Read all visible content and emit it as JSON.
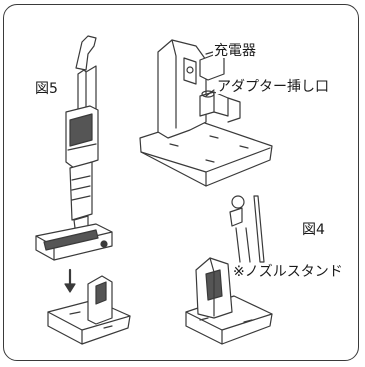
{
  "labels": {
    "charger": "充電器",
    "adapter_slot": "アダプター挿し口",
    "figure5": "図5",
    "figure4": "図4",
    "nozzle_stand": "※ノズルスタンド"
  },
  "colors": {
    "line": "#3a3a3a",
    "fill_light": "#ffffff",
    "fill_dark": "#555555"
  },
  "icons": {
    "arrow": "down-arrow-icon"
  }
}
